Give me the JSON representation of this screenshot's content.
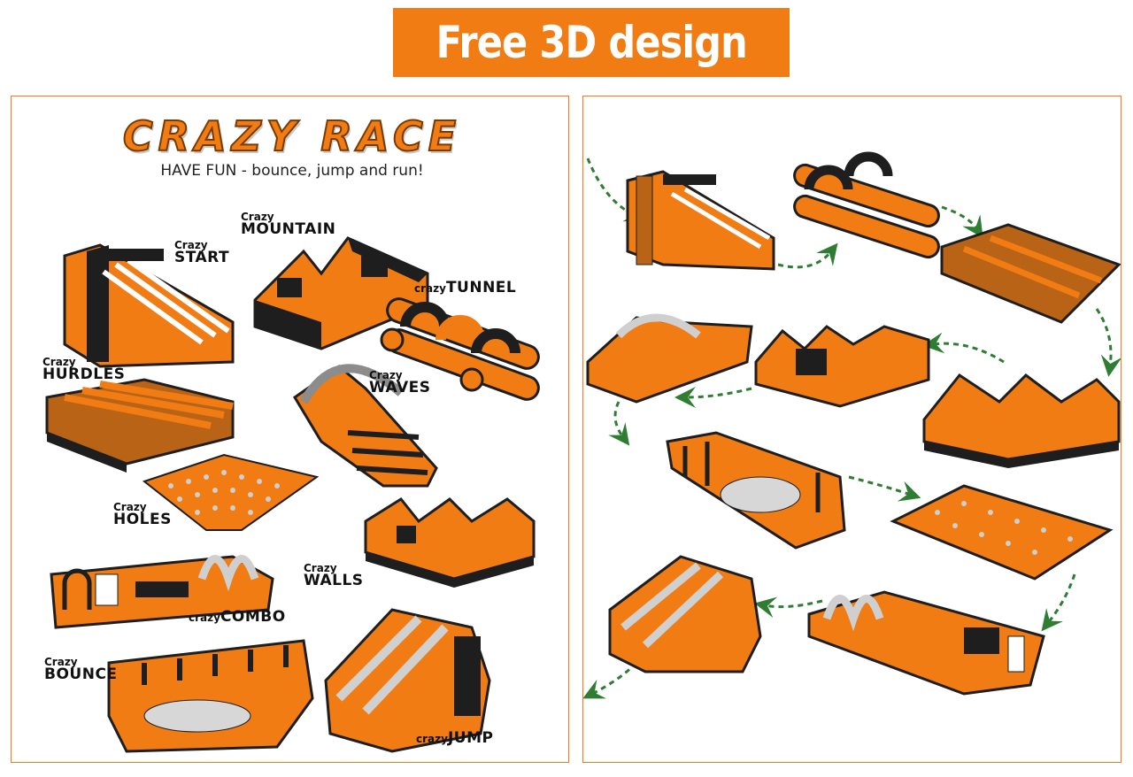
{
  "banner": {
    "title": "Free 3D design"
  },
  "catalog": {
    "logo": "CRAZY RACE",
    "tagline": "HAVE FUN - bounce, jump and run!",
    "items": [
      {
        "prefix": "Crazy",
        "name": "START"
      },
      {
        "prefix": "Crazy",
        "name": "MOUNTAIN"
      },
      {
        "prefix": "crazy",
        "name": "TUNNEL"
      },
      {
        "prefix": "Crazy",
        "name": "HURDLES"
      },
      {
        "prefix": "Crazy",
        "name": "WAVES"
      },
      {
        "prefix": "Crazy",
        "name": "HOLES"
      },
      {
        "prefix": "Crazy",
        "name": "WALLS"
      },
      {
        "prefix": "crazy",
        "name": "COMBO"
      },
      {
        "prefix": "Crazy",
        "name": "BOUNCE"
      },
      {
        "prefix": "crazy",
        "name": "JUMP"
      }
    ]
  },
  "colors": {
    "accent": "#f07c13",
    "dark": "#1e1e1e",
    "gray": "#a9a9a9",
    "arrow": "#2e7d32"
  },
  "icons": {
    "flow_arrow": "green-chevron-arrow-icon"
  }
}
